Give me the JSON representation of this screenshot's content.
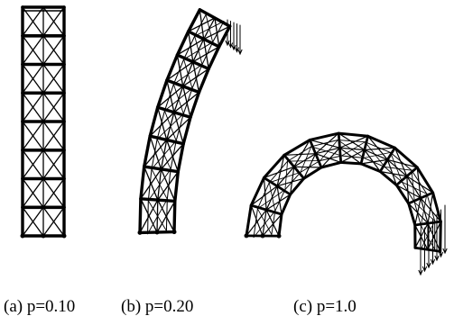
{
  "captions": {
    "a": "(a) p=0.10",
    "b": "(b) p=0.20",
    "c": "(c) p=1.0"
  },
  "colors": {
    "ink": "#000000",
    "background": "#ffffff"
  },
  "panels": [
    {
      "id": "a",
      "p": 0.1,
      "deformation": "straight",
      "load_arrows": 0
    },
    {
      "id": "b",
      "p": 0.2,
      "deformation": "bent",
      "load_arrows": 5
    },
    {
      "id": "c",
      "p": 1.0,
      "deformation": "arch",
      "load_arrows": 7
    }
  ]
}
